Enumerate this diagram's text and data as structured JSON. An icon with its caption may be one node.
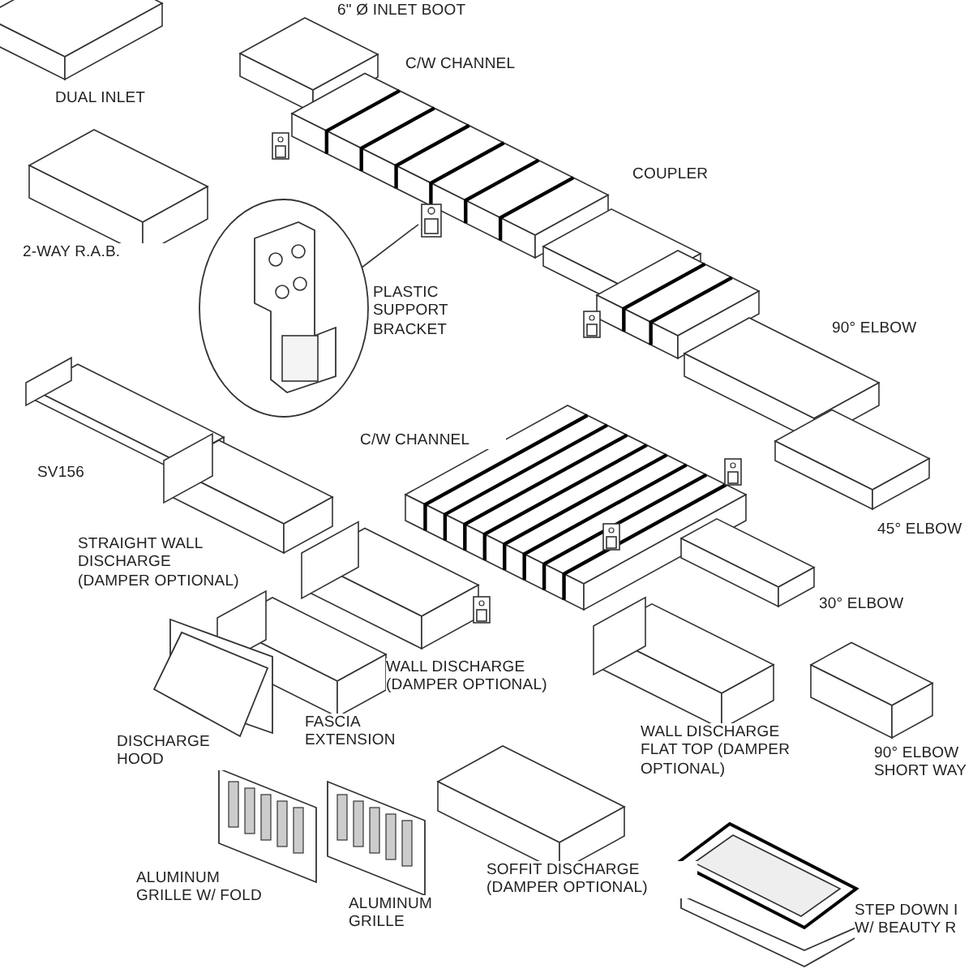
{
  "diagram": {
    "nodes": [
      {
        "text": [],
        "shape": "picture",
        "beside": [
          "PLASTIC SUPPORT BRACKET"
        ]
      },
      {
        "text": [],
        "shape": "picture"
      }
    ],
    "edges": [
      {
        "from": 0,
        "to": 1,
        "arrow": "none"
      }
    ],
    "labels": [
      "6\" Ø INLET BOOT",
      "DUAL INLET",
      "C/W CHANNEL",
      "COUPLER",
      "2-WAY R.A.B.",
      "90° ELBOW",
      "C/W CHANNEL",
      "SV156",
      "STRAIGHT WALL DISCHARGE (DAMPER OPTIONAL)",
      "45° ELBOW",
      "30° ELBOW",
      "WALL DISCHARGE (DAMPER OPTIONAL)",
      "FASCIA EXTENSION",
      "DISCHARGE HOOD",
      "WALL DISCHARGE FLAT TOP (DAMPER OPTIONAL)",
      "90° ELBOW SHORT WAY",
      "SOFFIT DISCHARGE (DAMPER OPTIONAL)",
      "ALUMINUM GRILLE W/ FOLD",
      "ALUMINUM GRILLE",
      "STEP DOWN I W/ BEAUTY R"
    ]
  }
}
